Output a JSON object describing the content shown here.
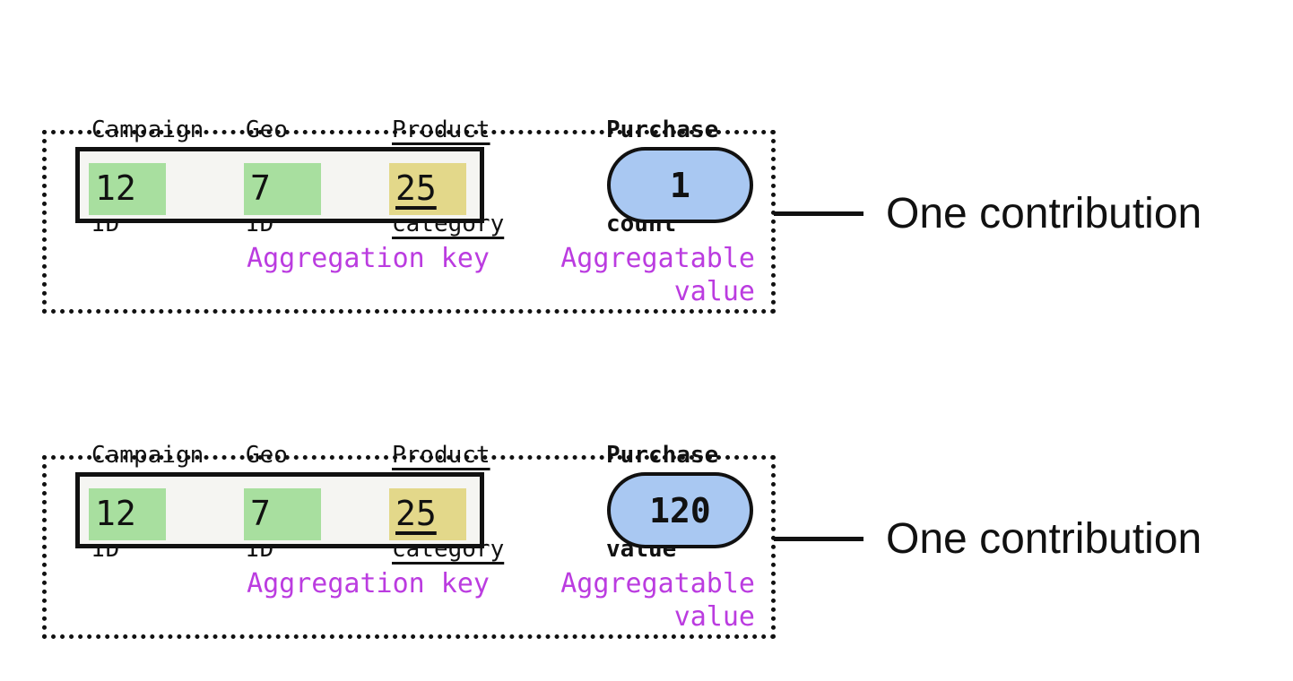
{
  "colors": {
    "ink": "#111111",
    "green": "#a8df9f",
    "yellow": "#e3d88a",
    "blue": "#a9c8f2",
    "purple": "#bb3ce0",
    "row-bg": "#f5f5f2"
  },
  "sections": [
    {
      "headers": [
        {
          "line1": "Campaign",
          "line2": "ID"
        },
        {
          "line1": "Geo",
          "line2": "ID"
        },
        {
          "line1": "Product",
          "line2": "category"
        },
        {
          "line1": "Purchase",
          "line2": "count"
        }
      ],
      "cells": [
        {
          "value": "12"
        },
        {
          "value": "7"
        },
        {
          "value": "25"
        }
      ],
      "aggregatable_value": "1",
      "labels": {
        "aggregation_key": "Aggregation key",
        "aggregatable_line1": "Aggregatable",
        "aggregatable_line2": "value"
      },
      "annotation": "One contribution"
    },
    {
      "headers": [
        {
          "line1": "Campaign",
          "line2": "ID"
        },
        {
          "line1": "Geo",
          "line2": "ID"
        },
        {
          "line1": "Product",
          "line2": "category"
        },
        {
          "line1": "Purchase",
          "line2": "value"
        }
      ],
      "cells": [
        {
          "value": "12"
        },
        {
          "value": "7"
        },
        {
          "value": "25"
        }
      ],
      "aggregatable_value": "120",
      "labels": {
        "aggregation_key": "Aggregation key",
        "aggregatable_line1": "Aggregatable",
        "aggregatable_line2": "value"
      },
      "annotation": "One contribution"
    }
  ]
}
